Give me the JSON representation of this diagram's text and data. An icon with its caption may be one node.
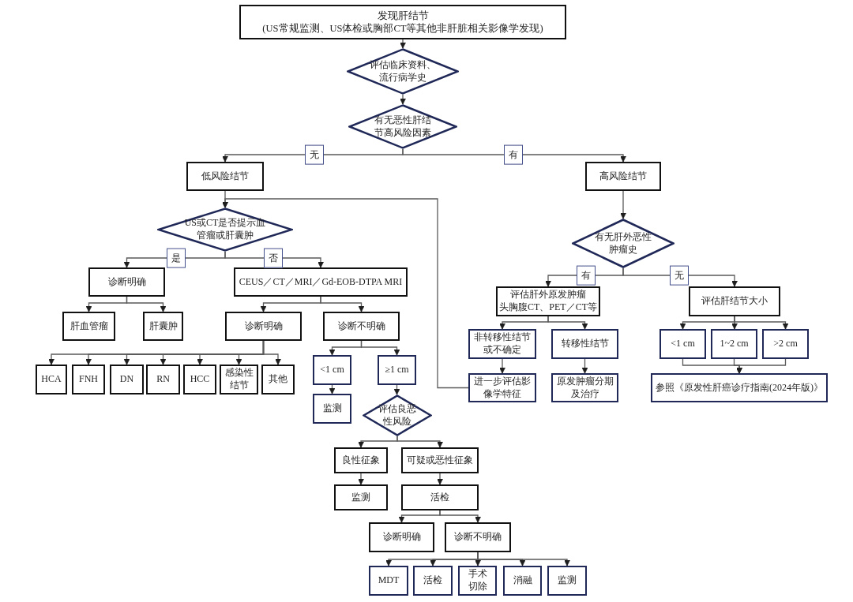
{
  "diagram": {
    "nodes": [
      {
        "text": [
          "发现肝结节",
          "(US常规监测、US体检或胸部CT等其他非肝脏相关影像学发现)"
        ]
      },
      {
        "text": [
          "评估临床资料、流行病学史"
        ]
      },
      {
        "text": [
          "有无恶性肝结节高风险因素"
        ]
      },
      {
        "text": [
          "低风险结节"
        ]
      },
      {
        "text": [
          "高风险结节"
        ]
      },
      {
        "text": [
          "US或CT是否提示血管瘤或肝囊肿"
        ]
      },
      {
        "text": [
          "诊断明确"
        ]
      },
      {
        "text": [
          "CEUS／CT／MRI／Gd-EOB-DTPA MRI"
        ]
      },
      {
        "text": [
          "肝血管瘤"
        ]
      },
      {
        "text": [
          "肝囊肿"
        ]
      },
      {
        "text": [
          "诊断明确"
        ]
      },
      {
        "text": [
          "诊断不明确"
        ]
      },
      {
        "text": [
          "HCA"
        ]
      },
      {
        "text": [
          "FNH"
        ]
      },
      {
        "text": [
          "DN"
        ]
      },
      {
        "text": [
          "RN"
        ]
      },
      {
        "text": [
          "HCC"
        ]
      },
      {
        "text": [
          "感染性结节"
        ]
      },
      {
        "text": [
          "其他"
        ]
      },
      {
        "text": [
          "<1 cm"
        ]
      },
      {
        "text": [
          "≥1 cm"
        ]
      },
      {
        "text": [
          "监测"
        ]
      },
      {
        "text": [
          "评估良恶性风险"
        ]
      },
      {
        "text": [
          "良性征象"
        ]
      },
      {
        "text": [
          "可疑或恶性征象"
        ]
      },
      {
        "text": [
          "监测"
        ]
      },
      {
        "text": [
          "活检"
        ]
      },
      {
        "text": [
          "诊断明确"
        ]
      },
      {
        "text": [
          "诊断不明确"
        ]
      },
      {
        "text": [
          "MDT"
        ]
      },
      {
        "text": [
          "活检"
        ]
      },
      {
        "text": [
          "手术切除"
        ]
      },
      {
        "text": [
          "消融"
        ]
      },
      {
        "text": [
          "监测"
        ]
      },
      {
        "text": [
          "有无肝外恶性肿瘤史"
        ]
      },
      {
        "text": [
          "评估肝外原发肿瘤",
          "头胸腹CT、PET／CT等"
        ]
      },
      {
        "text": [
          "非转移性结节或不确定"
        ]
      },
      {
        "text": [
          "转移性结节"
        ]
      },
      {
        "text": [
          "进一步评估影像学特征"
        ]
      },
      {
        "text": [
          "原发肿瘤分期及治疗"
        ]
      },
      {
        "text": [
          "评估肝结节大小"
        ]
      },
      {
        "text": [
          "<1 cm"
        ]
      },
      {
        "text": [
          "1~2 cm"
        ]
      },
      {
        "text": [
          ">2 cm"
        ]
      },
      {
        "text": [
          "参照《原发性肝癌诊疗指南(2024年版)》"
        ]
      }
    ],
    "edges": [
      {
        "from": 0,
        "to": 1,
        "arrow": "to"
      },
      {
        "from": 1,
        "to": 2,
        "arrow": "to"
      },
      {
        "from": 2,
        "to": 3,
        "arrow": "to",
        "label": "无"
      },
      {
        "from": 2,
        "to": 4,
        "arrow": "to",
        "label": "有"
      },
      {
        "from": 3,
        "to": 5,
        "arrow": "to"
      },
      {
        "from": 5,
        "to": 6,
        "arrow": "to",
        "label": "是"
      },
      {
        "from": 5,
        "to": 7,
        "arrow": "to",
        "label": "否"
      },
      {
        "from": 6,
        "to": 8,
        "arrow": "to"
      },
      {
        "from": 6,
        "to": 9,
        "arrow": "to"
      },
      {
        "from": 7,
        "to": 10,
        "arrow": "to"
      },
      {
        "from": 7,
        "to": 11,
        "arrow": "to"
      },
      {
        "from": 10,
        "to": 12,
        "arrow": "to"
      },
      {
        "from": 10,
        "to": 13,
        "arrow": "to"
      },
      {
        "from": 10,
        "to": 14,
        "arrow": "to"
      },
      {
        "from": 10,
        "to": 15,
        "arrow": "to"
      },
      {
        "from": 10,
        "to": 16,
        "arrow": "to"
      },
      {
        "from": 10,
        "to": 17,
        "arrow": "to"
      },
      {
        "from": 10,
        "to": 18,
        "arrow": "to"
      },
      {
        "from": 11,
        "to": 19,
        "arrow": "to"
      },
      {
        "from": 11,
        "to": 20,
        "arrow": "to"
      },
      {
        "from": 19,
        "to": 21,
        "arrow": "to"
      },
      {
        "from": 20,
        "to": 22,
        "arrow": "to"
      },
      {
        "from": 22,
        "to": 23,
        "arrow": "to"
      },
      {
        "from": 22,
        "to": 24,
        "arrow": "to"
      },
      {
        "from": 23,
        "to": 25,
        "arrow": "to"
      },
      {
        "from": 24,
        "to": 26,
        "arrow": "to"
      },
      {
        "from": 26,
        "to": 27,
        "arrow": "to"
      },
      {
        "from": 26,
        "to": 28,
        "arrow": "to"
      },
      {
        "from": 28,
        "to": 29,
        "arrow": "to"
      },
      {
        "from": 28,
        "to": 30,
        "arrow": "to"
      },
      {
        "from": 28,
        "to": 31,
        "arrow": "to"
      },
      {
        "from": 28,
        "to": 32,
        "arrow": "to"
      },
      {
        "from": 28,
        "to": 33,
        "arrow": "to"
      },
      {
        "from": 4,
        "to": 34,
        "arrow": "to"
      },
      {
        "from": 34,
        "to": 35,
        "arrow": "to",
        "label": "有"
      },
      {
        "from": 34,
        "to": 40,
        "arrow": "to",
        "label": "无"
      },
      {
        "from": 35,
        "to": 36,
        "arrow": "to"
      },
      {
        "from": 35,
        "to": 37,
        "arrow": "to"
      },
      {
        "from": 36,
        "to": 38,
        "arrow": "to"
      },
      {
        "from": 37,
        "to": 39,
        "arrow": "to"
      },
      {
        "from": 40,
        "to": 41,
        "arrow": "to"
      },
      {
        "from": 40,
        "to": 42,
        "arrow": "to"
      },
      {
        "from": 40,
        "to": 43,
        "arrow": "to"
      },
      {
        "from": 41,
        "to": 44,
        "arrow": "to"
      },
      {
        "from": 42,
        "to": 44,
        "arrow": "to"
      },
      {
        "from": 43,
        "to": 44,
        "arrow": "to"
      },
      {
        "from": 38,
        "to": 5,
        "arrow": "to"
      }
    ]
  }
}
